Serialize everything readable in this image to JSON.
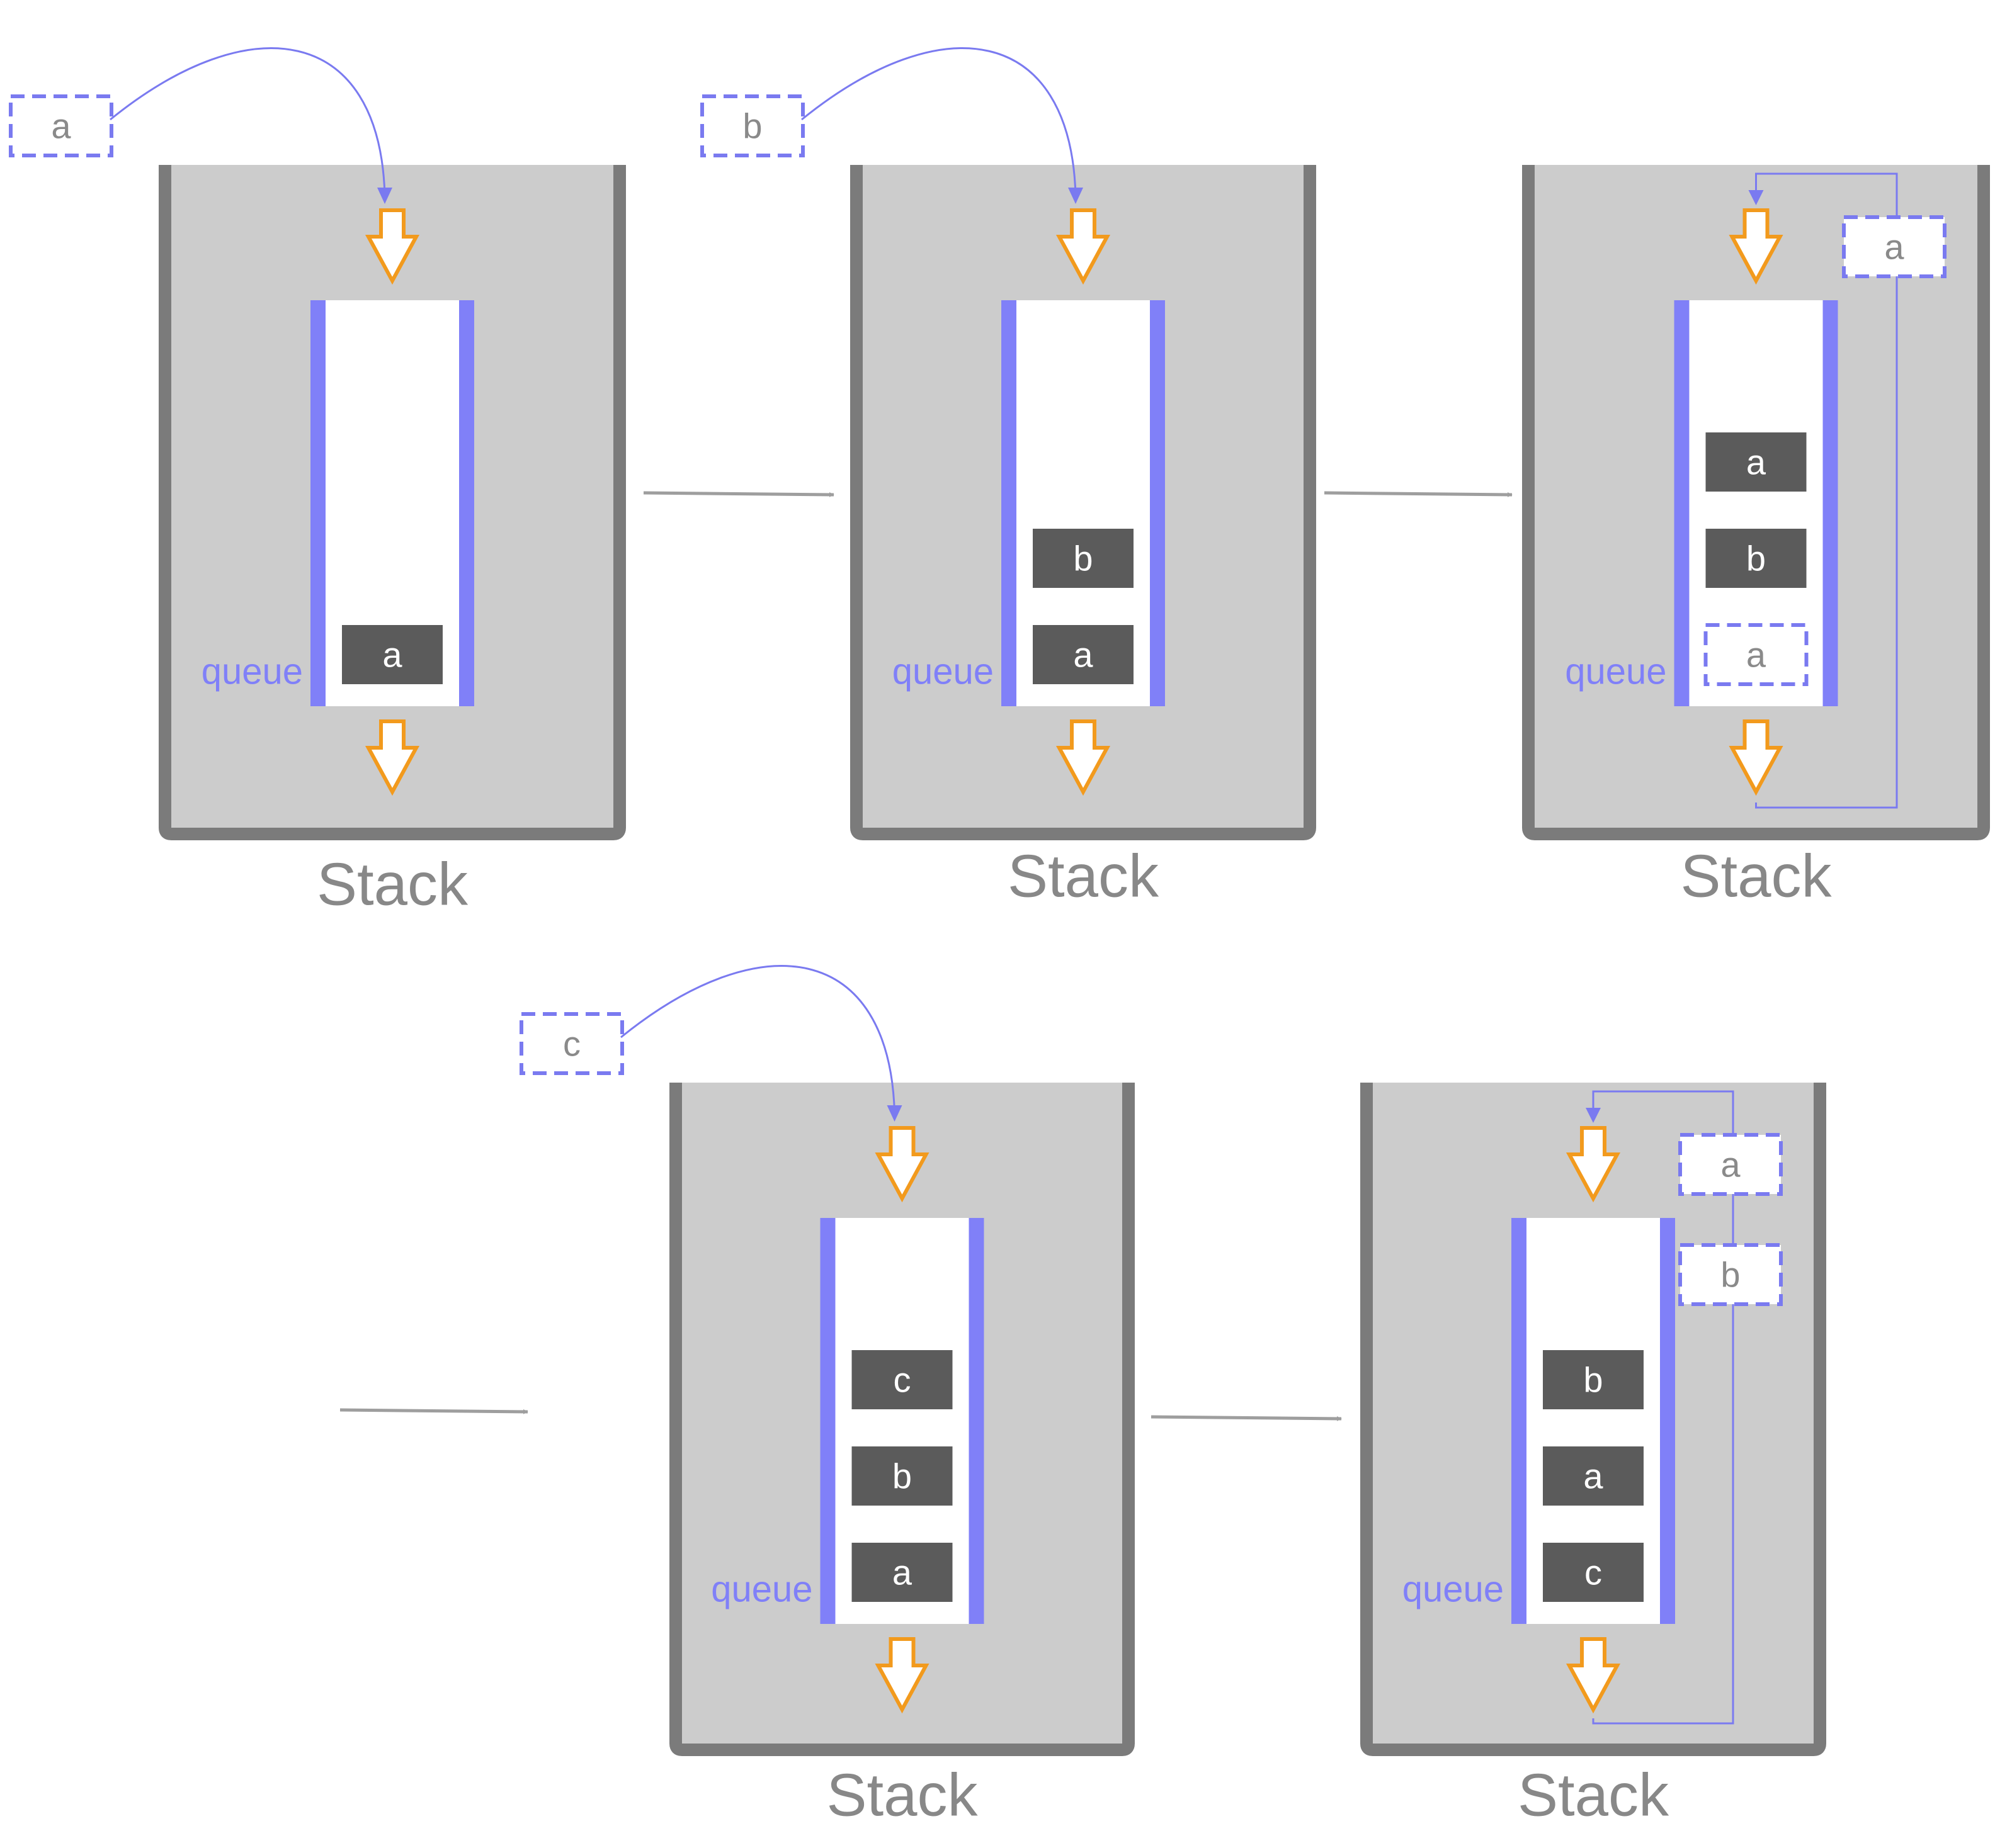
{
  "labels": {
    "stack": "Stack",
    "queue": "queue"
  },
  "colors": {
    "container_fill": "#cccccc",
    "container_wall": "#7b7b7b",
    "queue_wall": "#8080f8",
    "queue_fill": "#ffffff",
    "item_fill": "#5b5b5b",
    "item_text": "#ffffff",
    "ghost_border": "#7a7af0",
    "ghost_text": "#8a8a8a",
    "flow_arrow": "#f29a1d",
    "connector": "#7a7af0",
    "step_arrow": "#9e9e9e",
    "label_text": "#888888"
  },
  "panels": [
    {
      "id": "step-1",
      "incoming": "a",
      "queue_items_top_to_bottom": [
        "a"
      ],
      "ghost_in_queue": null,
      "rotating_out": []
    },
    {
      "id": "step-2",
      "incoming": "b",
      "queue_items_top_to_bottom": [
        "b",
        "a"
      ],
      "ghost_in_queue": null,
      "rotating_out": []
    },
    {
      "id": "step-3",
      "incoming": null,
      "queue_items_top_to_bottom": [
        "a",
        "b"
      ],
      "ghost_in_queue": "a",
      "rotating_out": [
        "a"
      ]
    },
    {
      "id": "step-4",
      "incoming": "c",
      "queue_items_top_to_bottom": [
        "c",
        "b",
        "a"
      ],
      "ghost_in_queue": null,
      "rotating_out": []
    },
    {
      "id": "step-5",
      "incoming": null,
      "queue_items_top_to_bottom": [
        "b",
        "a",
        "c"
      ],
      "ghost_in_queue": null,
      "rotating_out": [
        "a",
        "b"
      ]
    }
  ]
}
